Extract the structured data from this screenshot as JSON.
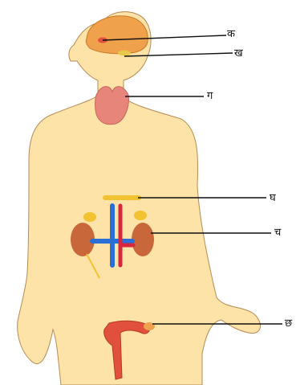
{
  "labels": {
    "ka": "क",
    "kha": "ख",
    "ga": "ग",
    "gha": "घ",
    "cha": "च",
    "chha": "छ"
  },
  "colors": {
    "skin": "#fde3a7",
    "skin_outline": "#b58a55",
    "brain": "#f0a14b",
    "gland_red": "#e0503c",
    "thyroid": "#e8857a",
    "adrenal": "#f2c230",
    "kidney": "#c8673a",
    "vessel_red": "#d7263d",
    "vessel_blue": "#2a6fd6",
    "pointer": "#111111"
  }
}
